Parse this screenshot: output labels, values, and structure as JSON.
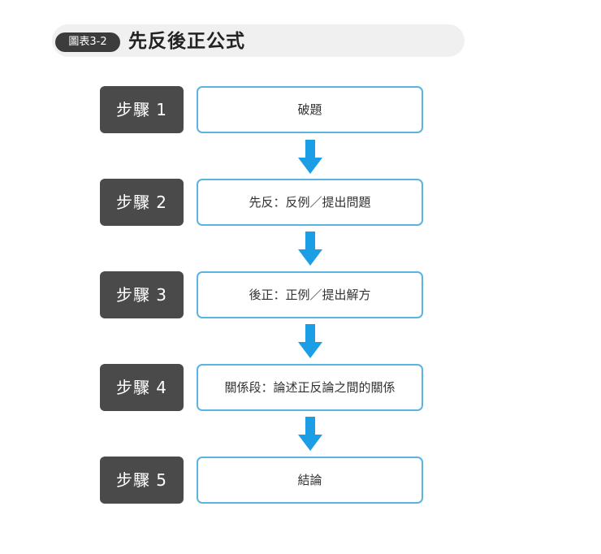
{
  "title": {
    "badge": "圖表3-2",
    "text": "先反後正公式"
  },
  "steps": [
    {
      "label": "步驟 1",
      "content": "破題"
    },
    {
      "label": "步驟 2",
      "content": "先反：反例／提出問題"
    },
    {
      "label": "步驟 3",
      "content": "後正：正例／提出解方"
    },
    {
      "label": "步驟 4",
      "content": "關係段：論述正反論之間的關係"
    },
    {
      "label": "步驟 5",
      "content": "結論"
    }
  ],
  "colors": {
    "step_box": "#4a4a4a",
    "content_border": "#5ab4e2",
    "arrow": "#1c9ee6",
    "title_badge": "#3c3c3c",
    "title_bar": "#f0f0f0"
  },
  "icons": {
    "arrow": "arrow-down-icon"
  }
}
